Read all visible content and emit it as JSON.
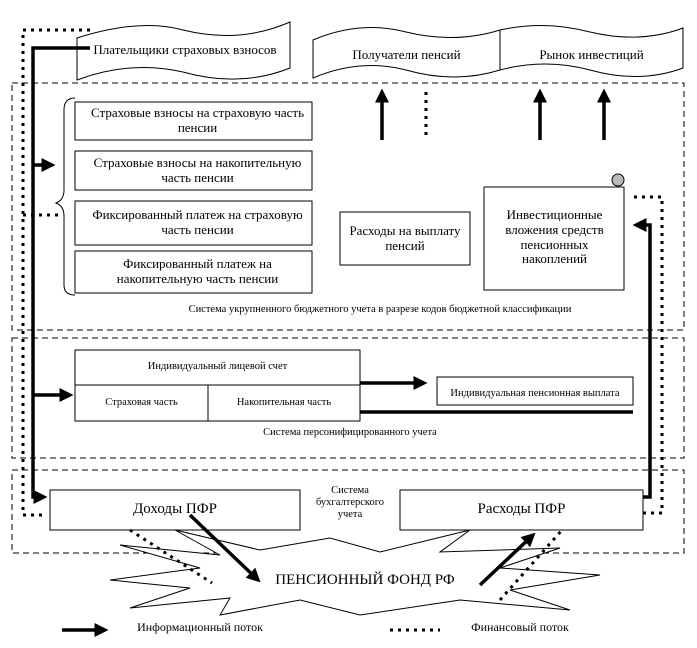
{
  "nodes": {
    "payers": "Плательщики страховых взносов",
    "recipients": "Получатели пенсий",
    "market": "Рынок инвестиций",
    "ins_contrib_insured": "Страховые взносы на страховую часть пенсии",
    "ins_contrib_funded": "Страховые взносы на накопительную часть пенсии",
    "fixed_insured": "Фиксированный платеж на страховую часть пенсии",
    "fixed_funded": "Фиксированный платеж на накопительную часть пенсии",
    "pension_expenses": "Расходы на выплату пенсий",
    "investments": "Инвестиционные вложения средств пенсионных накоплений",
    "budget_system": "Система укрупненного бюджетного учета в разрезе кодов бюджетной классификации",
    "personal_account": "Индивидуальный лицевой счет",
    "insured_part": "Страховая часть",
    "funded_part": "Накопительная часть",
    "individual_payment": "Индивидуальная пенсионная выплата",
    "personified_system": "Система персонифицированного учета",
    "pfr_income": "Доходы ПФР",
    "pfr_expenses": "Расходы ПФР",
    "accounting_system": "Система бухгалтерского учета",
    "pension_fund": "ПЕНСИОННЫЙ ФОНД РФ"
  },
  "legend": {
    "info": "Информационный поток",
    "finance": "Финансовый поток"
  }
}
